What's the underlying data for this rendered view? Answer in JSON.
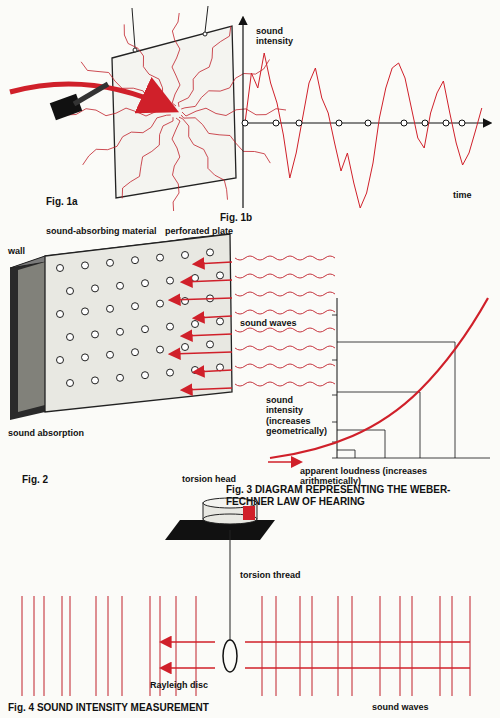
{
  "diagram": {
    "labels": [
      "sound intensity",
      "time",
      "Fig. 1a",
      "Fig. 1b",
      "sound-absorbing material",
      "wall",
      "perforated plate",
      "sound waves",
      "sound absorption",
      "Fig. 2",
      "sound intensity (increases geometrically)",
      "apparent loudness (increases arithmetically)",
      "Fig. 3 DIAGRAM REPRESENTING THE WEBER-FECHNER LAW OF HEARING",
      "torsion head",
      "torsion thread",
      "Rayleigh disc",
      "Fig. 4 SOUND INTENSITY MEASUREMENT",
      "sound waves"
    ]
  }
}
